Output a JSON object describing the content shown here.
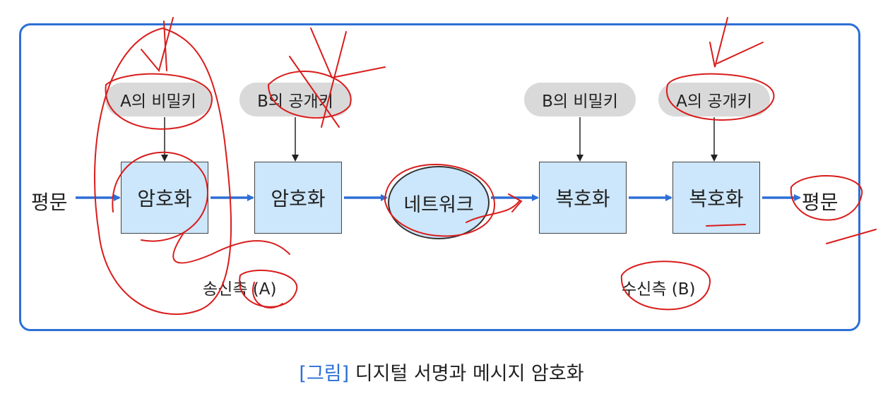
{
  "keys": {
    "a_private": "A의 비밀키",
    "b_public": "B의 공개키",
    "b_private": "B의 비밀키",
    "a_public": "A의 공개키"
  },
  "flow": {
    "plaintext_in": "평문",
    "encrypt_1": "암호화",
    "encrypt_2": "암호화",
    "network": "네트워크",
    "decrypt_1": "복호화",
    "decrypt_2": "복호화",
    "plaintext_out": "평문"
  },
  "sides": {
    "sender": "송신측 (A)",
    "receiver": "수신측 (B)"
  },
  "caption": {
    "tag": "[그림]",
    "text": "디지털 서명과 메시지 암호화"
  },
  "colors": {
    "frame_border": "#2d6fd6",
    "flow_arrow": "#2d6fd6",
    "box_fill": "#cce6fb",
    "key_fill": "#d9d9d9",
    "annotation_ink": "#d91c1c"
  }
}
